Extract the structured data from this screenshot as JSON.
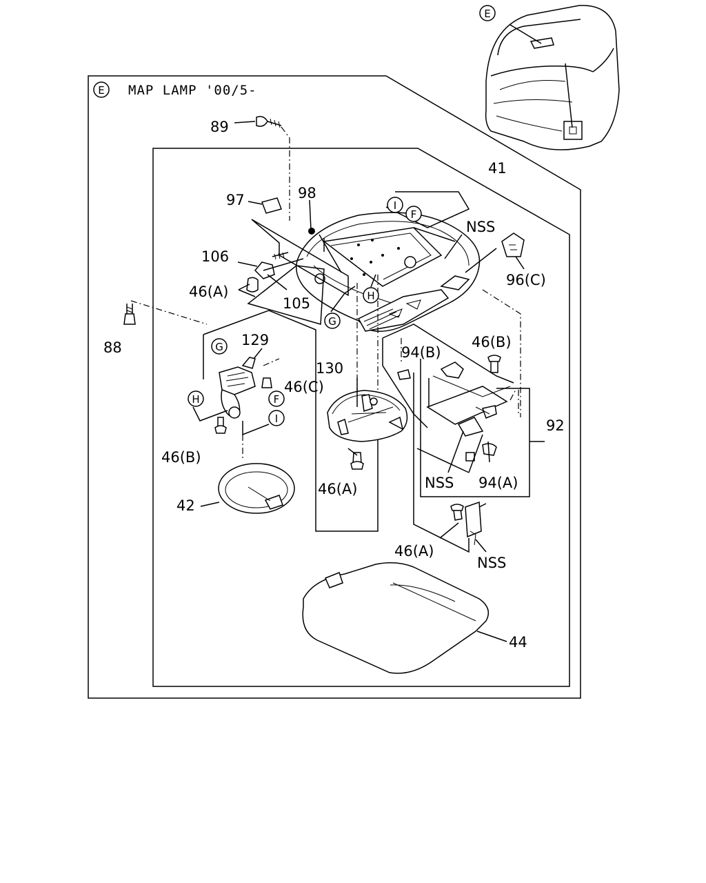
{
  "title": {
    "marker": "E",
    "text": "MAP LAMP '00/5-"
  },
  "cab_marker": "E",
  "part_labels": {
    "p89": "89",
    "p97": "97",
    "p98": "98",
    "p41": "41",
    "p106": "106",
    "nss_top": "NSS",
    "p96c": "96(C)",
    "p46a_top": "46(A)",
    "p105": "105",
    "p88": "88",
    "p129": "129",
    "p94b": "94(B)",
    "p46b_right": "46(B)",
    "p130": "130",
    "p46c": "46(C)",
    "p92": "92",
    "p46b_left": "46(B)",
    "nss_mid": "NSS",
    "p94a": "94(A)",
    "p46a_mid": "46(A)",
    "p42": "42",
    "p46a_bottom": "46(A)",
    "nss_bottom": "NSS",
    "p44": "44"
  },
  "ref_markers": {
    "I_top": "I",
    "F_top": "F",
    "H_top": "H",
    "G_mid": "G",
    "G_left": "G",
    "H_left": "H",
    "F_left": "F",
    "I_left": "I"
  }
}
